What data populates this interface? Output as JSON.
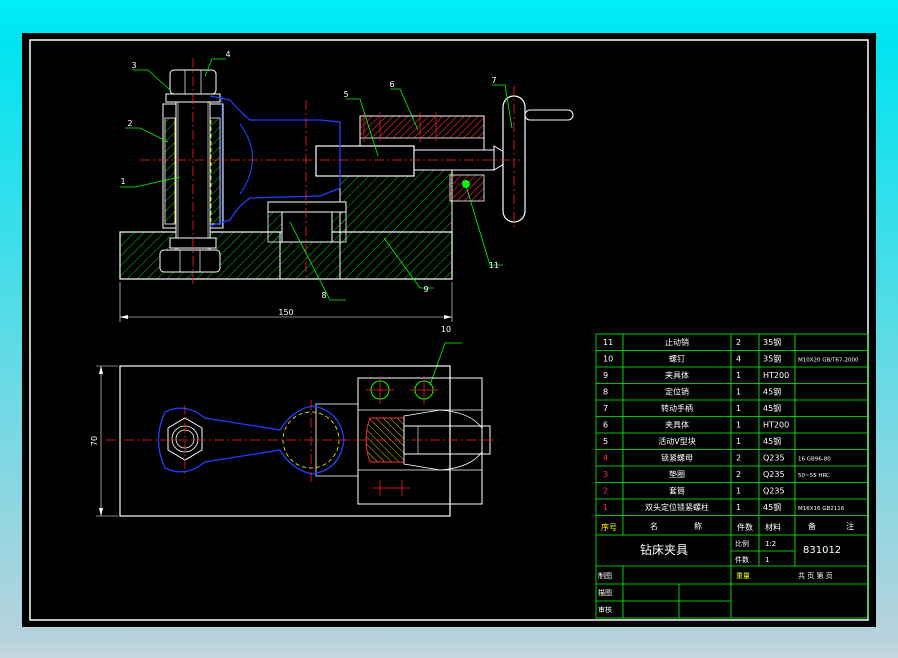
{
  "colors": {
    "background": "#000000",
    "border": "#ffffff",
    "outline": "#ffffff",
    "centerline": "#ff2020",
    "hatch": "#00ff00",
    "hidden": "#ffff00",
    "part": "#2040ff",
    "material": "#ff3030",
    "table": "#00ff00",
    "callout": "#00ff00",
    "tableText": "#ffffff",
    "serialText": "#ffff00"
  },
  "callouts": [
    "1",
    "2",
    "3",
    "4",
    "5",
    "6",
    "7",
    "8",
    "9",
    "10",
    "11"
  ],
  "dimensions": {
    "length": "150",
    "width": "70"
  },
  "bom": {
    "rows": [
      {
        "no": "11",
        "name": "止动销",
        "qty": "2",
        "material": "35钢",
        "remark": ""
      },
      {
        "no": "10",
        "name": "螺钉",
        "qty": "4",
        "material": "35钢",
        "remark": "M10X20  GB/T67-2000"
      },
      {
        "no": "9",
        "name": "夹具体",
        "qty": "1",
        "material": "HT200",
        "remark": ""
      },
      {
        "no": "8",
        "name": "定位销",
        "qty": "1",
        "material": "45钢",
        "remark": ""
      },
      {
        "no": "7",
        "name": "转动手柄",
        "qty": "1",
        "material": "45钢",
        "remark": ""
      },
      {
        "no": "6",
        "name": "夹具体",
        "qty": "1",
        "material": "HT200",
        "remark": ""
      },
      {
        "no": "5",
        "name": "活动V型块",
        "qty": "1",
        "material": "45钢",
        "remark": ""
      },
      {
        "no": "4",
        "name": "锁紧螺母",
        "qty": "2",
        "material": "Q235",
        "remark": "16 GB96-80"
      },
      {
        "no": "3",
        "name": "垫圈",
        "qty": "2",
        "material": "Q235",
        "remark": "50~55 HRC"
      },
      {
        "no": "2",
        "name": "套筒",
        "qty": "1",
        "material": "Q235",
        "remark": ""
      },
      {
        "no": "1",
        "name": "双头定位锁紧螺柱",
        "qty": "1",
        "material": "45钢",
        "remark": "M16X16  GB2116"
      }
    ],
    "header": {
      "no": "序号",
      "name1": "名",
      "name2": "称",
      "qty": "件数",
      "material": "材料",
      "remark1": "备",
      "remark2": "注"
    }
  },
  "titleBlock": {
    "title": "钻床夹具",
    "scaleLabel": "比例",
    "scaleValue": "1:2",
    "countLabel": "件数",
    "countValue": "1",
    "drawingNo": "831012",
    "drawnBy": "制图",
    "checkedBy": "描图",
    "approvedBy": "审核",
    "weightLabel": "重量",
    "sheetText": "共  页  第  页"
  }
}
